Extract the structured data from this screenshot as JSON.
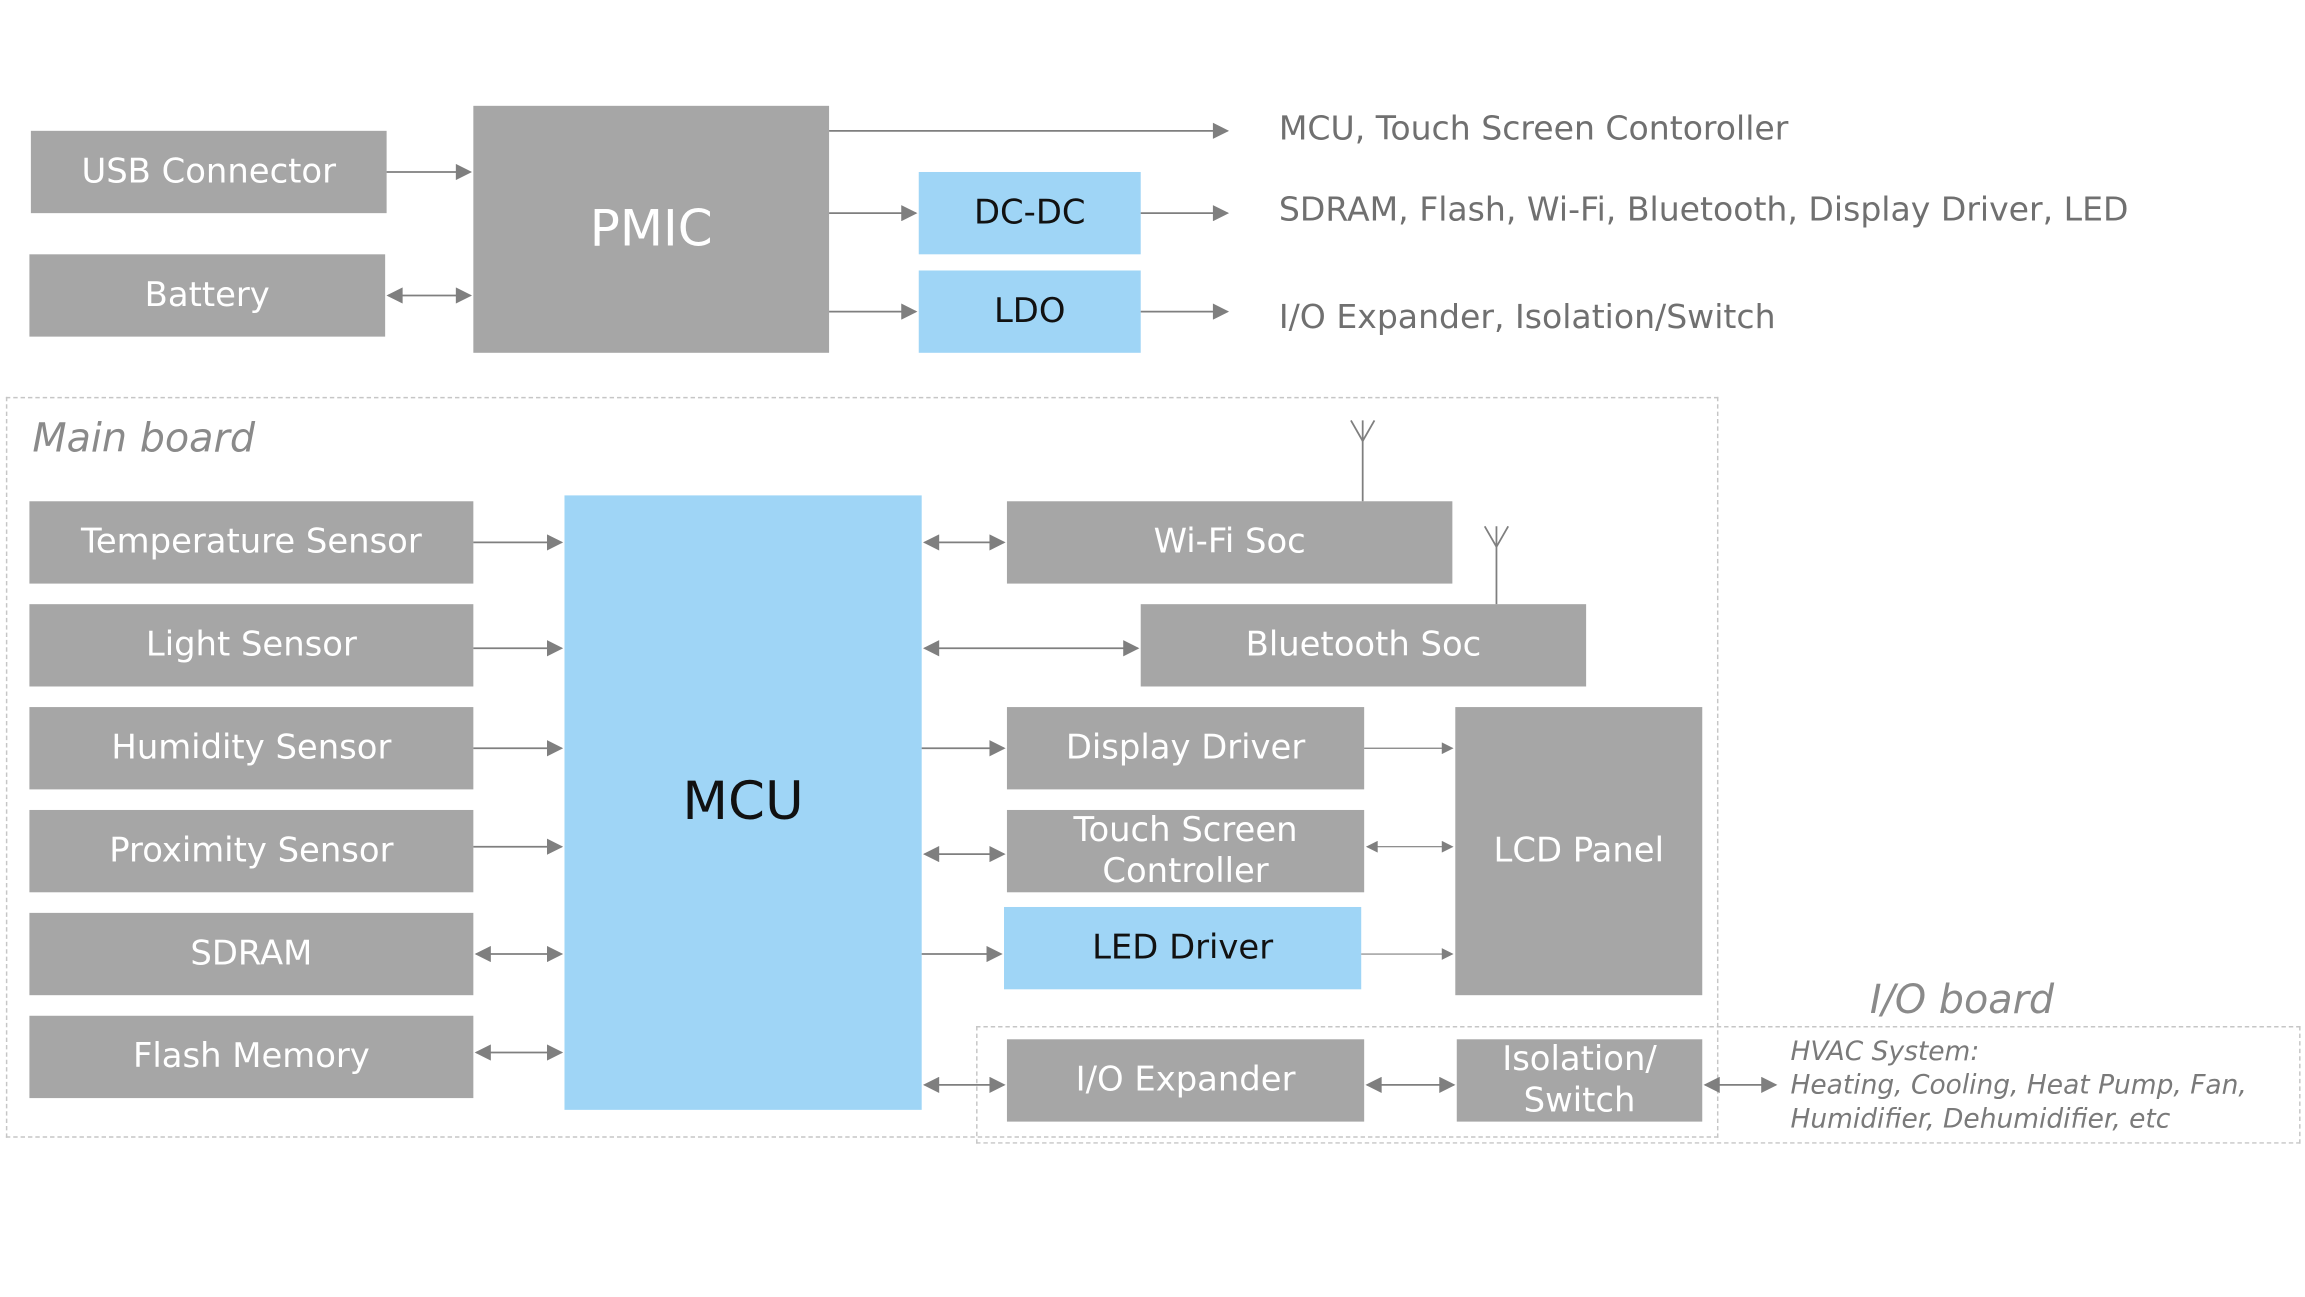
{
  "boards": {
    "main_label": "Main board",
    "io_label": "I/O board"
  },
  "power": {
    "usb_connector": "USB Connector",
    "battery": "Battery",
    "pmic": "PMIC",
    "dcdc": "DC-DC",
    "ldo": "LDO",
    "rail_mcu": "MCU, Touch Screen Contoroller",
    "rail_dcdc": "SDRAM, Flash, Wi-Fi, Bluetooth, Display Driver, LED",
    "rail_ldo": "I/O Expander, Isolation/Switch"
  },
  "sensors": {
    "temperature": "Temperature Sensor",
    "light": "Light Sensor",
    "humidity": "Humidity Sensor",
    "proximity": "Proximity Sensor",
    "sdram": "SDRAM",
    "flash": "Flash Memory"
  },
  "core": {
    "mcu": "MCU"
  },
  "peripherals": {
    "wifi": "Wi-Fi Soc",
    "bluetooth": "Bluetooth Soc",
    "display_driver": "Display Driver",
    "touch_line1": "Touch Screen",
    "touch_line2": "Controller",
    "led_driver": "LED Driver",
    "lcd_panel": "LCD Panel"
  },
  "io": {
    "expander": "I/O Expander",
    "isolation_line1": "Isolation/",
    "isolation_line2": "Switch",
    "hvac_line1": "HVAC System:",
    "hvac_line2": "Heating, Cooling, Heat Pump, Fan,",
    "hvac_line3": "Humidifier, Dehumidifier, etc"
  },
  "colors": {
    "block_gray": "#a6a6a6",
    "block_blue": "#9fd5f6",
    "line": "#7f7f7f",
    "frame": "#c6c6c6"
  }
}
